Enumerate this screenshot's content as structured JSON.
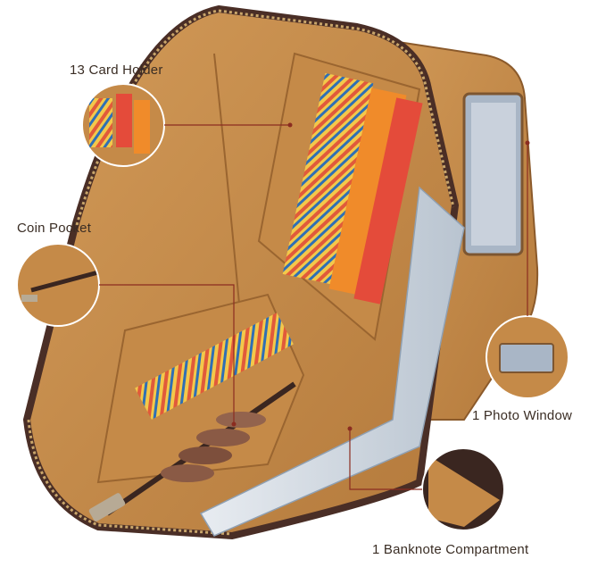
{
  "callouts": {
    "card_holder": "13 Card Holder",
    "coin_pocket": "Coin Pocket",
    "photo_window": "1 Photo Window",
    "banknote": "1 Banknote Compartment"
  },
  "colors": {
    "leather": "#c58a48",
    "leather_dark": "#9a6530",
    "zipper": "#4a2e26",
    "callout_line": "#8b2c20",
    "text": "#3a2d24"
  }
}
